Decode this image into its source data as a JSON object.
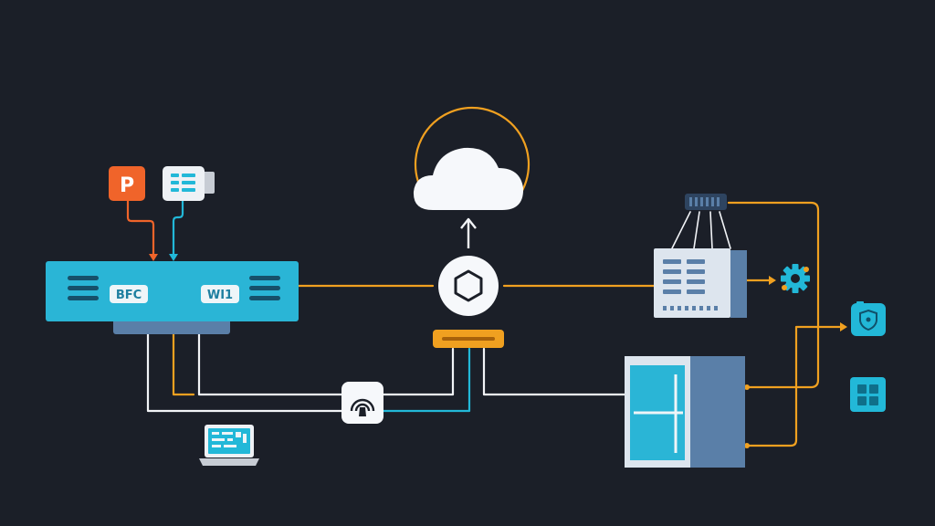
{
  "diagram": {
    "background": "#1b1f28",
    "colors": {
      "orange": "#f0a020",
      "teal": "#22b8d8",
      "red_orange": "#f0642a",
      "white": "#f2f4f7",
      "slate": "#5a7fa8",
      "navy": "#2e4460"
    },
    "switch_labels": {
      "left": "BFC",
      "right": "WI1"
    },
    "badge_letter": "P",
    "icons": [
      "p-badge-icon",
      "server-card-icon",
      "cloud-icon",
      "up-arrow-icon",
      "hexagon-hub-icon",
      "wifi-access-point-icon",
      "laptop-icon",
      "rack-server-icon",
      "gear-icon",
      "shield-icon",
      "grid-app-icon",
      "storage-cabinet-icon"
    ]
  }
}
